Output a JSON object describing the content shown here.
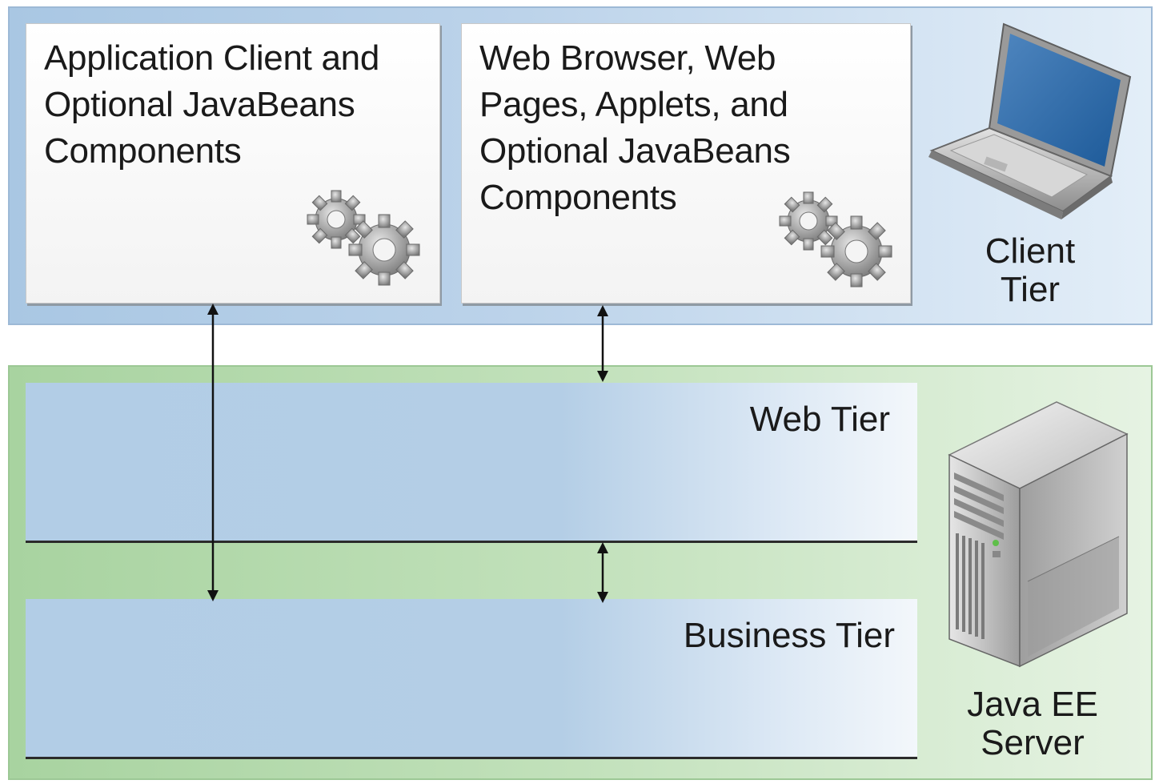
{
  "client_tier": {
    "app_client_box": {
      "text": "Application Client and\nOptional JavaBeans\nComponents"
    },
    "web_browser_box": {
      "text": "Web Browser, Web\nPages, Applets, and\nOptional JavaBeans\nComponents"
    },
    "label": "Client\nTier",
    "device_icon": "laptop-icon",
    "component_icon": "gears-icon"
  },
  "server": {
    "web_tier": {
      "label": "Web Tier"
    },
    "business_tier": {
      "label": "Business Tier"
    },
    "label": "Java EE\nServer",
    "device_icon": "server-tower-icon"
  },
  "colors": {
    "client_band": "#a9c7e3",
    "server_band": "#a8d3a0",
    "tier_fill": "#b2cde6",
    "arrow": "#111111"
  }
}
